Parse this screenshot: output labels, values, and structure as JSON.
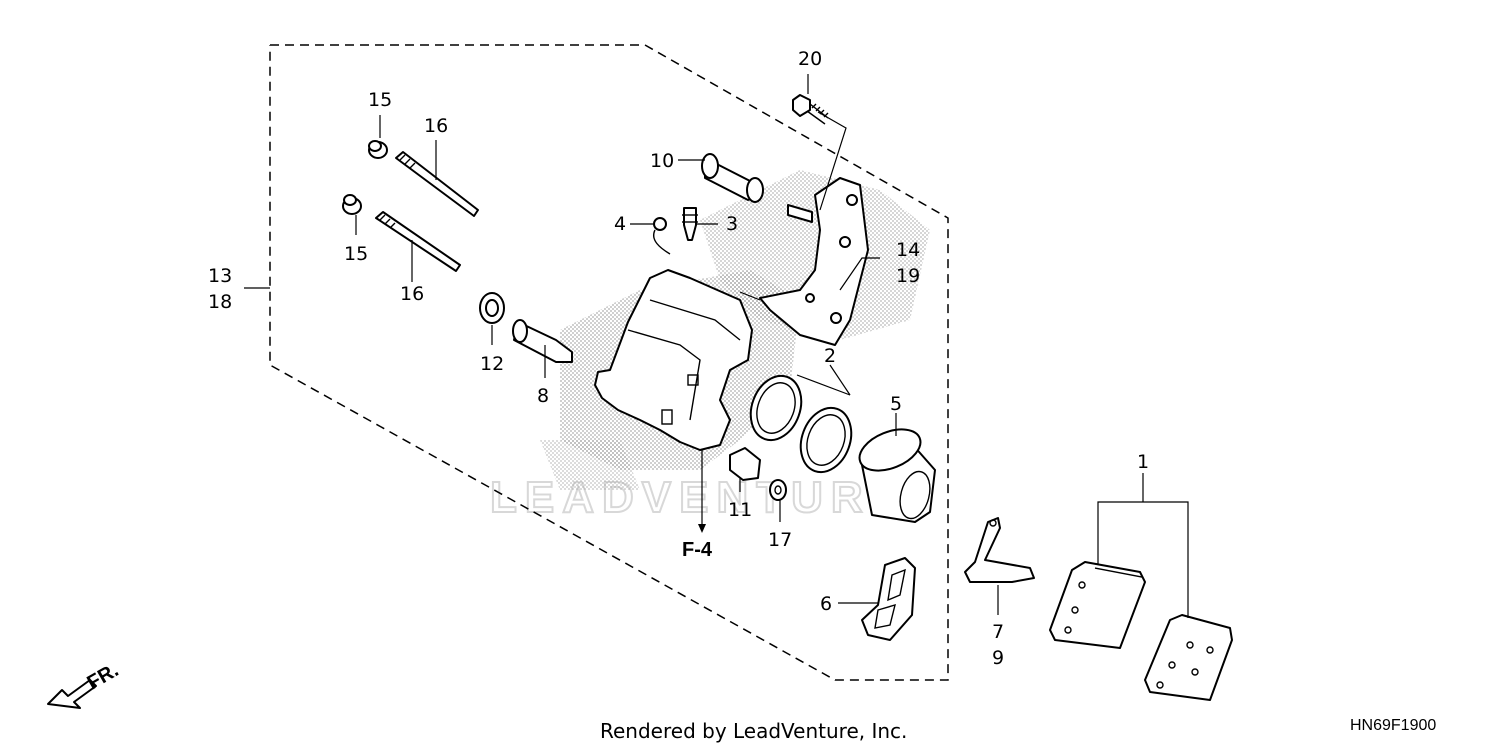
{
  "diagram": {
    "callouts": {
      "c1": "1",
      "c2": "2",
      "c3": "3",
      "c4": "4",
      "c5": "5",
      "c6": "6",
      "c7": "7",
      "c8": "8",
      "c9": "9",
      "c10": "10",
      "c11": "11",
      "c12": "12",
      "c13": "13",
      "c14": "14",
      "c15a": "15",
      "c15b": "15",
      "c16a": "16",
      "c16b": "16",
      "c17": "17",
      "c18": "18",
      "c19": "19",
      "c20": "20"
    },
    "reference": "F-4",
    "direction": "FR.",
    "watermark": "LEADVENTURE",
    "footer": "Rendered by LeadVenture, Inc.",
    "diagram_code": "HN69F1900"
  }
}
